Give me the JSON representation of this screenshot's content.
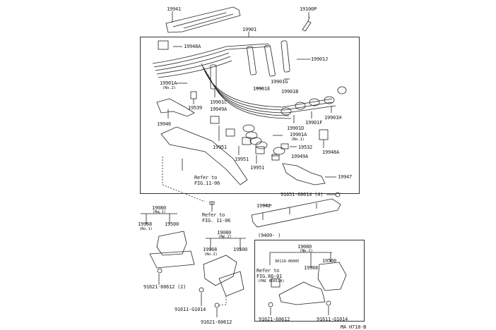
{
  "diagram": {
    "title_code": "MA H718-B",
    "top_parts": {
      "cover": "19941",
      "spark_plug": "19100P",
      "cord_set": "19901"
    },
    "main_frame": {
      "clamp_top": "19948A",
      "cord_j": "19901J",
      "cord_g": "19901G",
      "cord_e": "19901E",
      "cord_b": "19901B",
      "cord_a2": "19901A",
      "cord_a2_note": "(No.2)",
      "cord_c": "19901C",
      "grommet_left": "19539",
      "clamp_mid": "19949A",
      "cord_h": "19901H",
      "cord_d": "19901D",
      "cord_f": "19901F",
      "cord_a1": "19901A",
      "cord_a1_note": "(No.1)",
      "clamp_right": "19948A",
      "grommet_right": "19532",
      "clamp_lower": "19949A",
      "bracket": "19946",
      "holder_1": "19951",
      "holder_2": "19951",
      "holder_3": "19951",
      "protector": "19947",
      "refer_line1": "Refer to",
      "refer_line2": "FIG.11-06"
    },
    "middle": {
      "bolt_refer_line1": "Refer to",
      "bolt_refer_line2": "FIG. 11-06",
      "nut_note": "91651-60614 (4)",
      "cover_plate": "19942",
      "date_range": "(9409-        )"
    },
    "coil_no1": {
      "assy": "19080",
      "assy_note": "(No.1)",
      "bracket": "19968",
      "bracket_note": "(No.1)",
      "coil": "19500",
      "nut": "91621-60612 (2)"
    },
    "coil_no2": {
      "assy": "19080",
      "assy_note": "(No.2)",
      "bracket": "19968",
      "bracket_note": "(No.2)",
      "coil": "19500",
      "bolt": "91611-G1014",
      "nut": "91621-60612"
    },
    "coil_no2_box": {
      "assy": "19080",
      "assy_note": "(No.2)",
      "screw": "90119-06005",
      "refer_line1": "Refer to",
      "refer_line2": "FIG.86-01",
      "refer_line3": "(PNC 86011A)",
      "bracket": "19968",
      "coil": "19500",
      "nut": "91621-60612",
      "bolt": "91611-G1014"
    }
  }
}
